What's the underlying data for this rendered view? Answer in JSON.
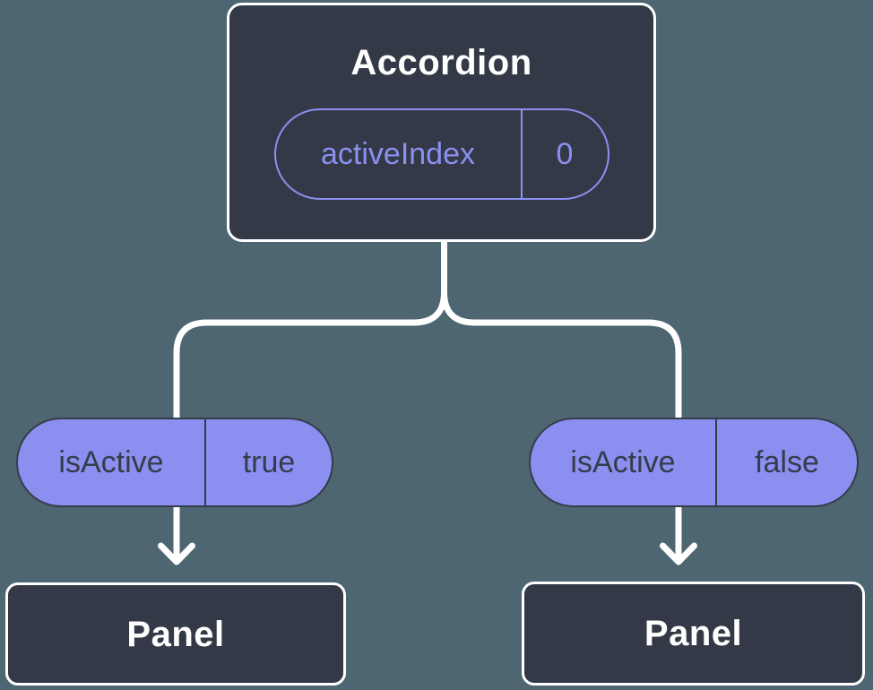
{
  "diagram": {
    "root": {
      "title": "Accordion",
      "prop": {
        "name": "activeIndex",
        "value": "0"
      }
    },
    "children": [
      {
        "prop": {
          "name": "isActive",
          "value": "true"
        },
        "title": "Panel"
      },
      {
        "prop": {
          "name": "isActive",
          "value": "false"
        },
        "title": "Panel"
      }
    ]
  },
  "colors": {
    "background": "#4d6671",
    "node_fill": "#333946",
    "node_border": "#ffffff",
    "prop_pill_fill": "#8b8ff0",
    "prop_pill_outline": "#8b90f1",
    "prop_pill_text_dark": "#363c4a",
    "connector": "#ffffff"
  }
}
